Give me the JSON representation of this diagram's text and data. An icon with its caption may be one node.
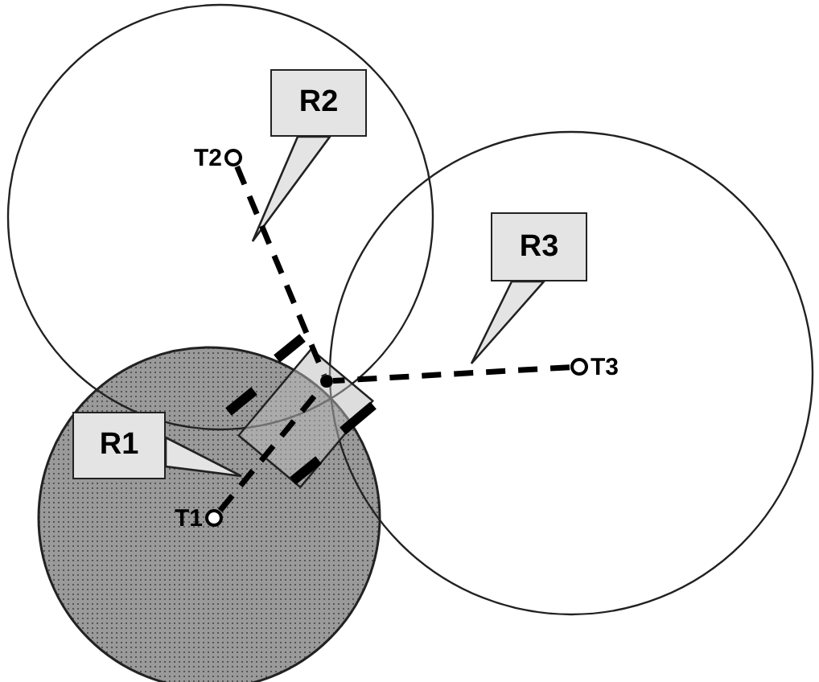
{
  "diagram": {
    "nodes": [
      {
        "text": [
          "R2"
        ]
      },
      {
        "text": [
          "T2"
        ]
      },
      {
        "text": [
          "R3"
        ]
      },
      {
        "text": [
          "T3"
        ]
      },
      {
        "text": [
          "R1"
        ]
      },
      {
        "text": [
          "T1"
        ]
      },
      {
        "text": [],
        "shape": "circle"
      }
    ],
    "edges": [
      {
        "from": 1,
        "to": 6,
        "arrow": "none",
        "style": "dashed"
      },
      {
        "from": 3,
        "to": 6,
        "arrow": "none",
        "style": "dashed"
      },
      {
        "from": 5,
        "to": 6,
        "arrow": "none",
        "style": "dashed"
      }
    ]
  }
}
